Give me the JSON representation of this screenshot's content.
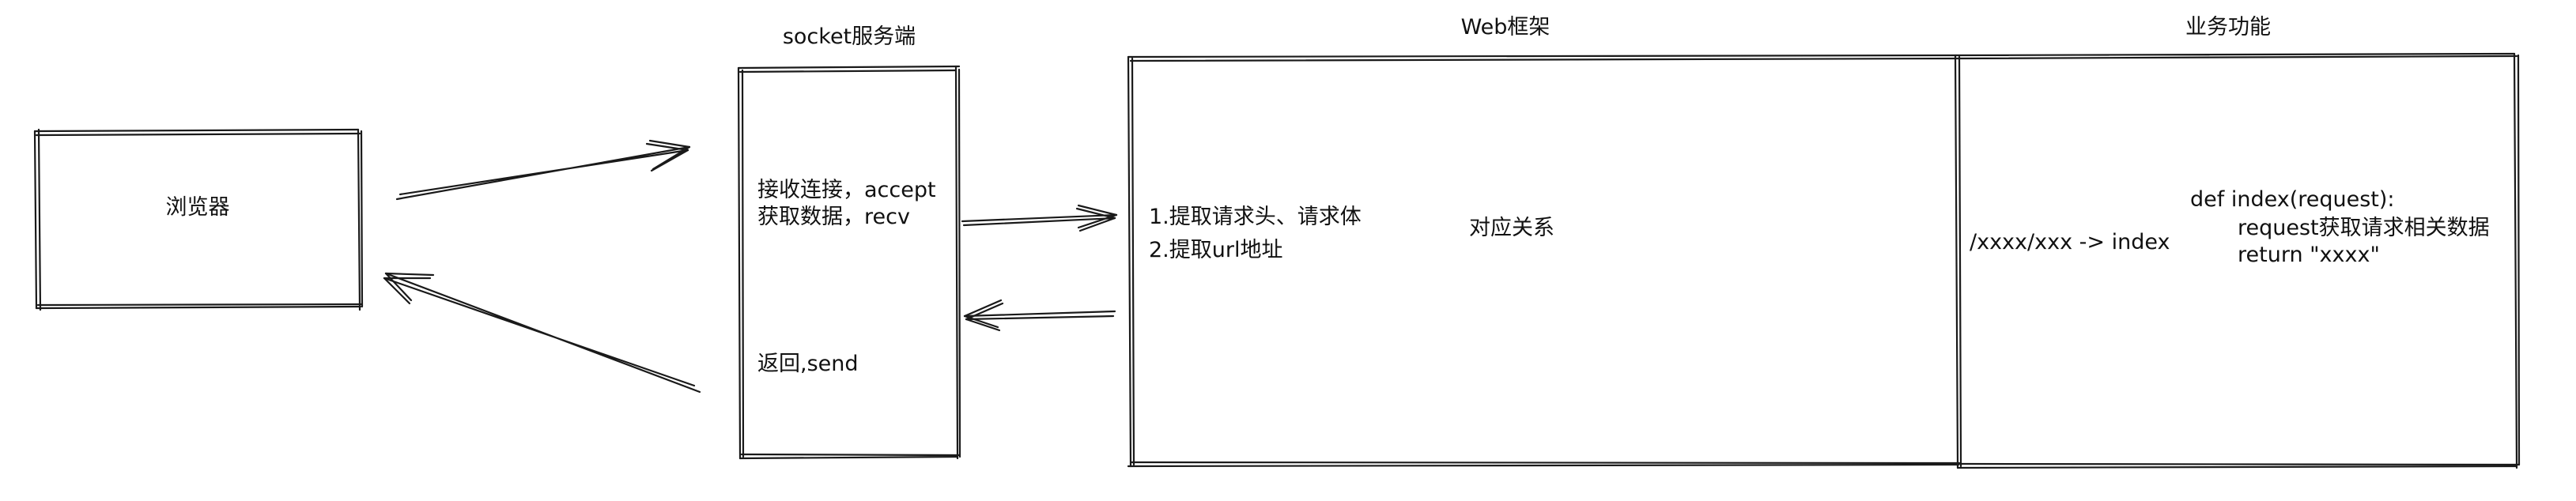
{
  "browser": {
    "label": "浏览器"
  },
  "socket_server": {
    "title": "socket服务端",
    "recv_line1": "接收连接，accept",
    "recv_line2": "获取数据，recv",
    "send_line": "返回,send"
  },
  "web_framework": {
    "title": "Web框架",
    "step1": "1.提取请求头、请求体",
    "step2": "2.提取url地址",
    "mapping_label": "对应关系"
  },
  "business": {
    "title": "业务功能",
    "route": "/xxxx/xxx -> index",
    "code_line1": "def  index(request):",
    "code_line2": "request获取请求相关数据",
    "code_line3": "return \"xxxx\""
  }
}
